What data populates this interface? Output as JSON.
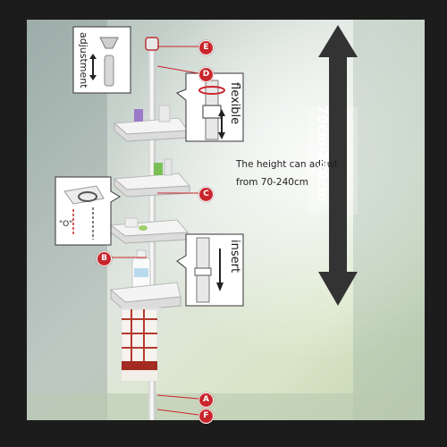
{
  "height_note": {
    "line1": "The height can adjust",
    "line2": "from 70-240cm"
  },
  "range_label": "70cm-240cm",
  "callouts": {
    "adjustment": "adjustment",
    "flexible": "flexible",
    "insert": "insert",
    "hook": "\"O\""
  },
  "markers": {
    "A": "A",
    "B": "B",
    "C": "C",
    "D": "D",
    "E": "E",
    "F": "F"
  },
  "colors": {
    "marker_red": "#c9252c",
    "arrow_gray": "#333333",
    "frame": "#1c1c1c"
  }
}
